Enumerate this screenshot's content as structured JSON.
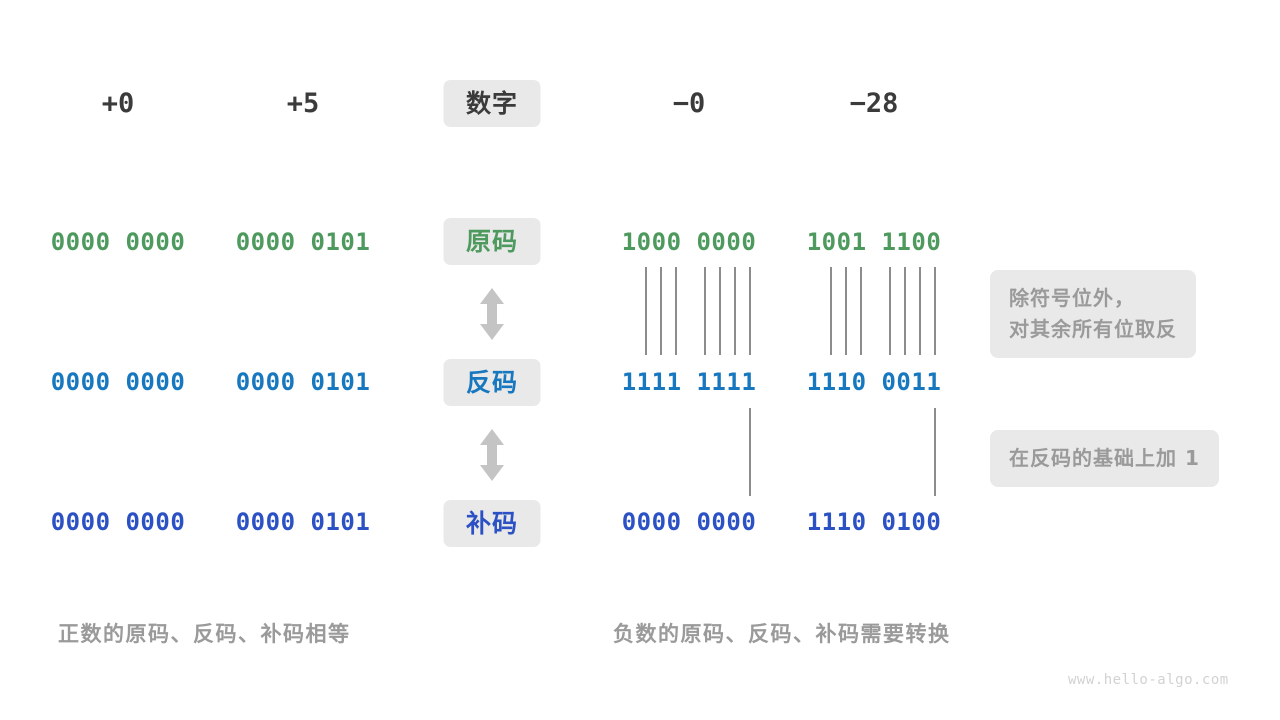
{
  "diagram": {
    "columns": {
      "positive": [
        {
          "number": "+0",
          "sign_magnitude": "0000 0000",
          "ones_complement": "0000 0000",
          "twos_complement": "0000 0000"
        },
        {
          "number": "+5",
          "sign_magnitude": "0000 0101",
          "ones_complement": "0000 0101",
          "twos_complement": "0000 0101"
        }
      ],
      "negative": [
        {
          "number": "−0",
          "sign_magnitude": "1000 0000",
          "ones_complement": "1111 1111",
          "twos_complement": "0000 0000"
        },
        {
          "number": "−28",
          "sign_magnitude": "1001 1100",
          "ones_complement": "1110 0011",
          "twos_complement": "1110 0100"
        }
      ]
    },
    "row_labels": {
      "header": "数字",
      "sign_magnitude": "原码",
      "ones_complement": "反码",
      "twos_complement": "补码"
    },
    "notes": {
      "invert": {
        "line1": "除符号位外，",
        "line2": "对其余所有位取反"
      },
      "add_one": "在反码的基础上加  1"
    },
    "captions": {
      "left": "正数的原码、反码、补码相等",
      "right": "负数的原码、反码、补码需要转换"
    },
    "watermark": "www.hello-algo.com",
    "colors": {
      "sign_magnitude": "#4e9a5e",
      "ones_complement": "#1878bf",
      "twos_complement": "#2b51c4",
      "header_text": "#3b3b3b",
      "badge_background": "#e9e9e9",
      "note_text": "#9a9a9a",
      "connector_line": "#8c8c8c",
      "arrow": "#c4c4c4",
      "watermark": "#d2d2d2"
    },
    "arrows": {
      "top": "double-arrow-vertical",
      "bottom": "double-arrow-vertical"
    }
  }
}
